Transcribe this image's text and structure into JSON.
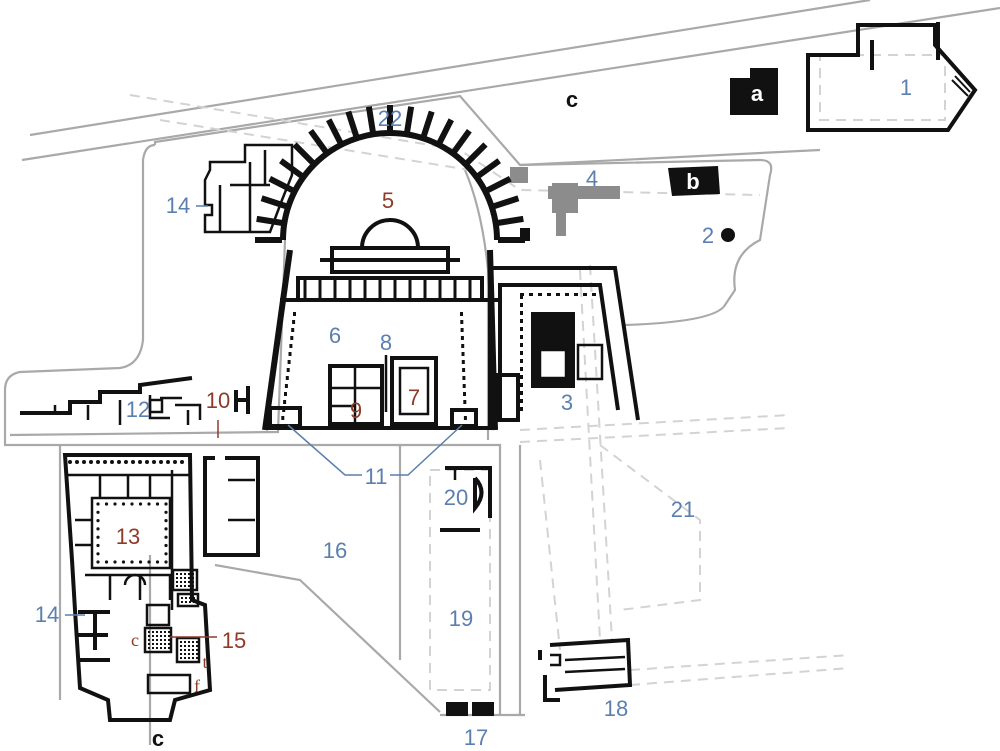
{
  "colors": {
    "blue_label": "#5b7fae",
    "red_label": "#8e3b2a",
    "road": "#a9a9a9",
    "dashed": "#d3d3d3",
    "wall": "#111111",
    "grey_structure": "#8c8c8c"
  },
  "labels": {
    "l1": "1",
    "l2": "2",
    "l3": "3",
    "l4": "4",
    "l5": "5",
    "l6": "6",
    "l7": "7",
    "l8": "8",
    "l9": "9",
    "l10": "10",
    "l11": "11",
    "l12": "12",
    "l13": "13",
    "l14a": "14",
    "l14b": "14",
    "l15": "15",
    "l16": "16",
    "l17": "17",
    "l18": "18",
    "l19": "19",
    "l20": "20",
    "l21": "21",
    "l22": "22",
    "la": "a",
    "lb": "b",
    "lc1": "c",
    "lc2": "c",
    "sub_c": "c",
    "sub_t": "t",
    "sub_f": "f"
  }
}
